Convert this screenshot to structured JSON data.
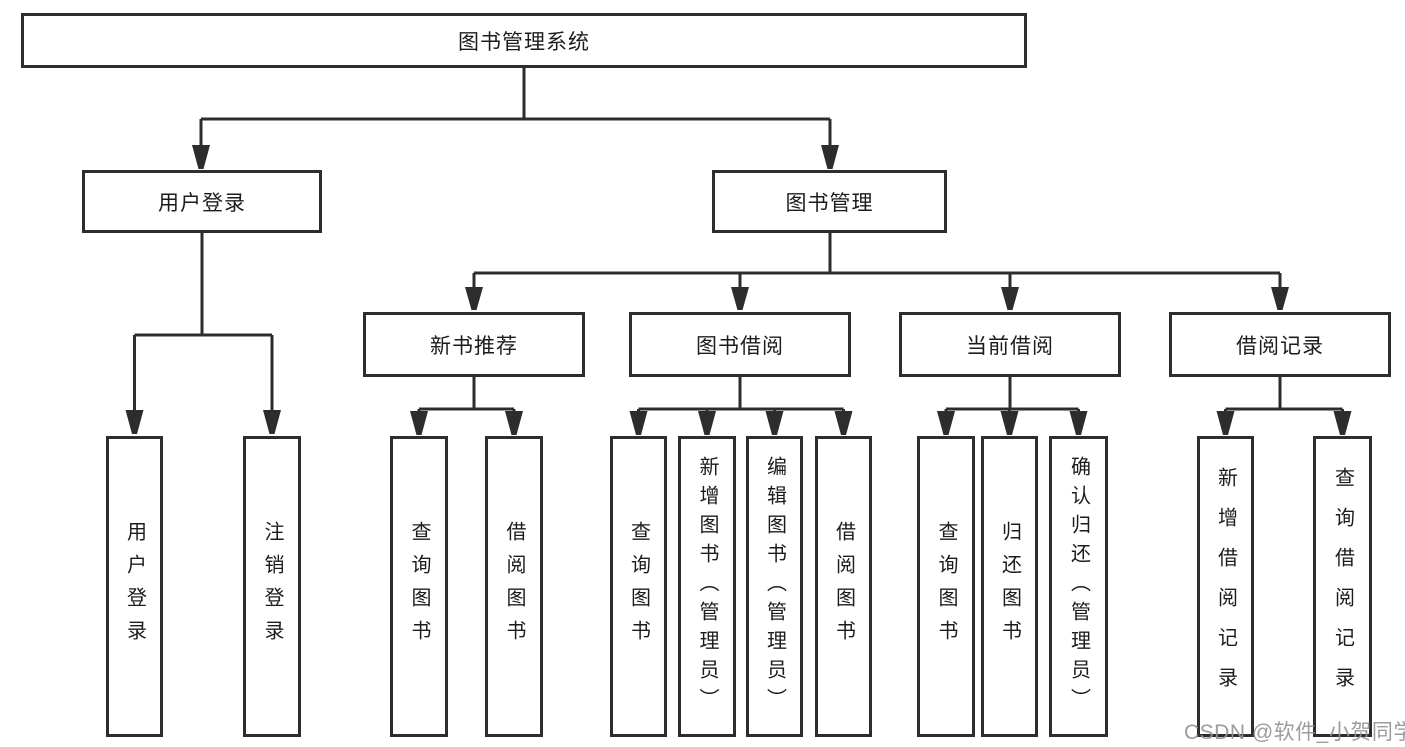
{
  "diagram": {
    "type": "hierarchy-tree",
    "root": {
      "label": "图书管理系统"
    },
    "branches": [
      {
        "label": "用户登录",
        "children": [
          {
            "label": "用户登录"
          },
          {
            "label": "注销登录"
          }
        ]
      },
      {
        "label": "图书管理",
        "children": [
          {
            "label": "新书推荐",
            "children": [
              {
                "label": "查询图书"
              },
              {
                "label": "借阅图书"
              }
            ]
          },
          {
            "label": "图书借阅",
            "children": [
              {
                "label": "查询图书"
              },
              {
                "label": "新增图书（管理员）"
              },
              {
                "label": "编辑图书（管理员）"
              },
              {
                "label": "借阅图书"
              }
            ]
          },
          {
            "label": "当前借阅",
            "children": [
              {
                "label": "查询图书"
              },
              {
                "label": "归还图书"
              },
              {
                "label": "确认归还（管理员）"
              }
            ]
          },
          {
            "label": "借阅记录",
            "children": [
              {
                "label": "新增借阅记录"
              },
              {
                "label": "查询借阅记录"
              }
            ]
          }
        ]
      }
    ]
  },
  "watermark": {
    "text": "CSDN @软件_小贺同学",
    "color": "#949494"
  },
  "colors": {
    "background": "#ffffff",
    "stroke": "#2d2d2d",
    "text": "#1c1c1c"
  }
}
